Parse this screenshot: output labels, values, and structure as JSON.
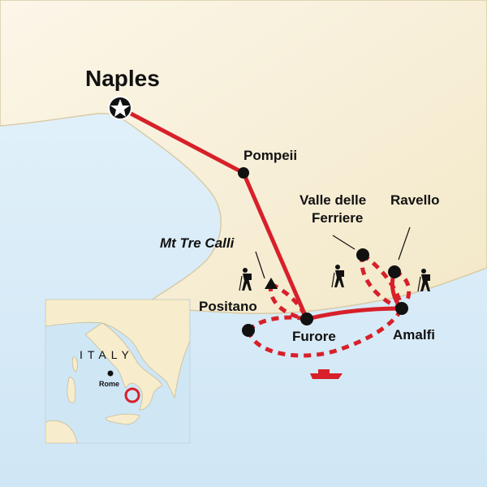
{
  "colors": {
    "route": "#d7202a",
    "sea": "#d9ecf8",
    "land": "#f7efd6",
    "marker": "#111111"
  },
  "cities": {
    "naples": "Naples",
    "pompeii": "Pompeii",
    "valle": [
      "Valle delle",
      "Ferriere"
    ],
    "ravello": "Ravello",
    "mt_tre_calli": "Mt Tre Calli",
    "positano": "Positano",
    "furore": "Furore",
    "amalfi": "Amalfi"
  },
  "inset": {
    "country": "ITALY",
    "capital": "Rome"
  },
  "icons": [
    "star-icon",
    "hiker-icon",
    "mountain-peak-icon",
    "boat-icon",
    "location-ring-icon"
  ]
}
